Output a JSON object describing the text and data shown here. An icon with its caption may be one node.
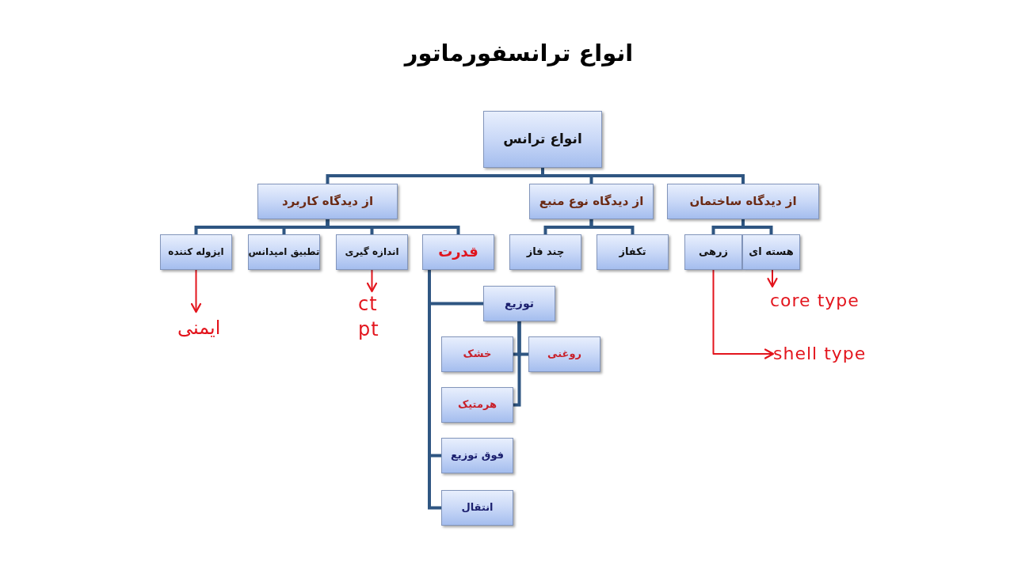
{
  "diagram": {
    "title": "انواع ترانسفورماتور",
    "nodes": [
      {
        "text": [
          "انواع ترانس"
        ]
      },
      {
        "text": [
          "از دیدگاه کاربرد"
        ]
      },
      {
        "text": [
          "از دیدگاه نوع منبع"
        ]
      },
      {
        "text": [
          "از دیدگاه ساختمان"
        ]
      },
      {
        "text": [
          "ایزوله کننده"
        ]
      },
      {
        "text": [
          "تطبیق امپدانس"
        ]
      },
      {
        "text": [
          "اندازه گیری"
        ]
      },
      {
        "text": [
          "قدرت"
        ]
      },
      {
        "text": [
          "چند فاز"
        ]
      },
      {
        "text": [
          "تکفاز"
        ]
      },
      {
        "text": [
          "زرهی"
        ]
      },
      {
        "text": [
          "هسته ای"
        ]
      },
      {
        "text": [
          "توزیع"
        ]
      },
      {
        "text": [
          "خشک"
        ]
      },
      {
        "text": [
          "روغنی"
        ]
      },
      {
        "text": [
          "هرمتیک"
        ]
      },
      {
        "text": [
          "فوق توزیع"
        ]
      },
      {
        "text": [
          "انتقال"
        ]
      },
      {
        "text": [
          "ایمنی"
        ]
      },
      {
        "text": [
          "ct pt"
        ]
      },
      {
        "text": [
          "core type"
        ]
      },
      {
        "text": [
          "shell type"
        ]
      }
    ],
    "edges": [
      {
        "from": 0,
        "to": 1,
        "arrow": "none"
      },
      {
        "from": 0,
        "to": 2,
        "arrow": "none"
      },
      {
        "from": 0,
        "to": 3,
        "arrow": "none"
      },
      {
        "from": 1,
        "to": 4,
        "arrow": "none"
      },
      {
        "from": 1,
        "to": 5,
        "arrow": "none"
      },
      {
        "from": 1,
        "to": 6,
        "arrow": "none"
      },
      {
        "from": 1,
        "to": 7,
        "arrow": "none"
      },
      {
        "from": 2,
        "to": 8,
        "arrow": "none"
      },
      {
        "from": 2,
        "to": 9,
        "arrow": "none"
      },
      {
        "from": 3,
        "to": 10,
        "arrow": "none"
      },
      {
        "from": 3,
        "to": 11,
        "arrow": "none"
      },
      {
        "from": 7,
        "to": 12,
        "arrow": "none"
      },
      {
        "from": 7,
        "to": 16,
        "arrow": "none"
      },
      {
        "from": 7,
        "to": 17,
        "arrow": "none"
      },
      {
        "from": 12,
        "to": 13,
        "arrow": "none"
      },
      {
        "from": 12,
        "to": 14,
        "arrow": "none"
      },
      {
        "from": 12,
        "to": 15,
        "arrow": "none"
      },
      {
        "from": 4,
        "to": 18,
        "arrow": "to",
        "color": "#e3151d"
      },
      {
        "from": 6,
        "to": 19,
        "arrow": "to",
        "color": "#e3151d"
      },
      {
        "from": 11,
        "to": 20,
        "arrow": "to",
        "color": "#e3151d"
      },
      {
        "from": 10,
        "to": 21,
        "arrow": "to",
        "color": "#e3151d"
      }
    ]
  }
}
